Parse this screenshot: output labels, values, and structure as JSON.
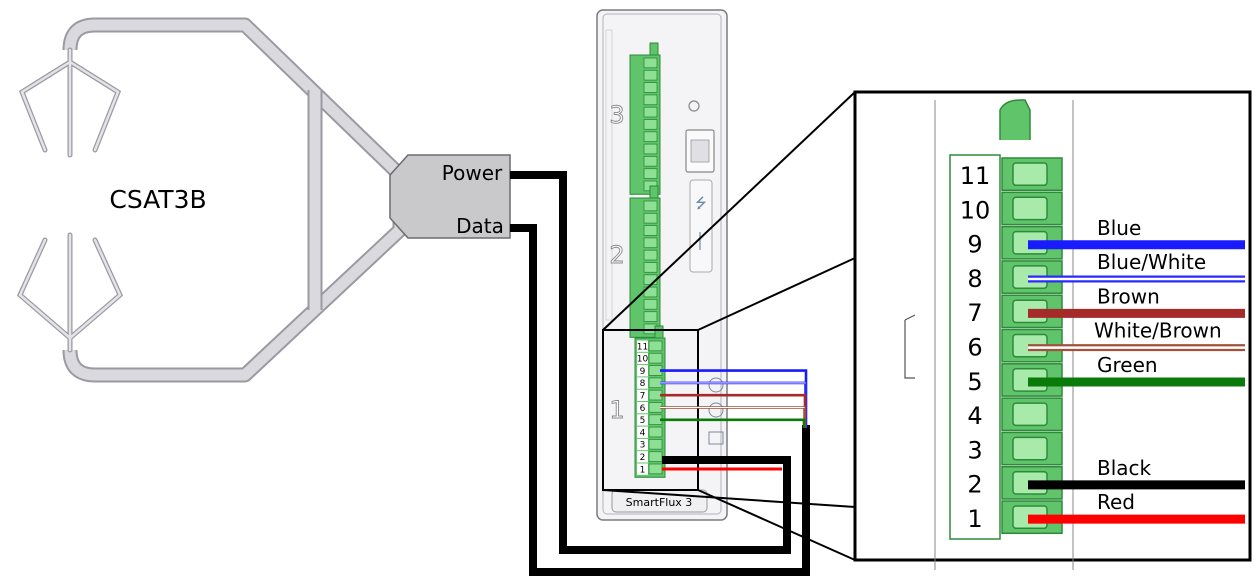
{
  "sensor": {
    "name": "CSAT3B",
    "connectors": {
      "power_label": "Power",
      "data_label": "Data"
    }
  },
  "device": {
    "name": "SmartFlux 3",
    "bay_labels": [
      "3",
      "2",
      "1"
    ]
  },
  "terminal_block": {
    "pins": [
      "11",
      "10",
      "9",
      "8",
      "7",
      "6",
      "5",
      "4",
      "3",
      "2",
      "1"
    ]
  },
  "wires": [
    {
      "label": "Blue",
      "pin": "9",
      "color": "#1a1aff"
    },
    {
      "label": "Blue/White",
      "pin": "8",
      "color": "#2a2aff",
      "stripe": "#ffffff"
    },
    {
      "label": "Brown",
      "pin": "7",
      "color": "#a52a2a"
    },
    {
      "label": "White/Brown",
      "pin": "6",
      "color": "#a0523c",
      "stripe": "#ffffff"
    },
    {
      "label": "Green",
      "pin": "5",
      "color": "#0a7a0a"
    },
    {
      "label": "Black",
      "pin": "2",
      "color": "#000000"
    },
    {
      "label": "Red",
      "pin": "1",
      "color": "#ff0000"
    }
  ],
  "colors": {
    "terminal_green": "#5fc46a",
    "terminal_dark": "#2e8a3a",
    "sensor_frame": "#d9d9de",
    "connector_body": "#c9c9cc"
  }
}
